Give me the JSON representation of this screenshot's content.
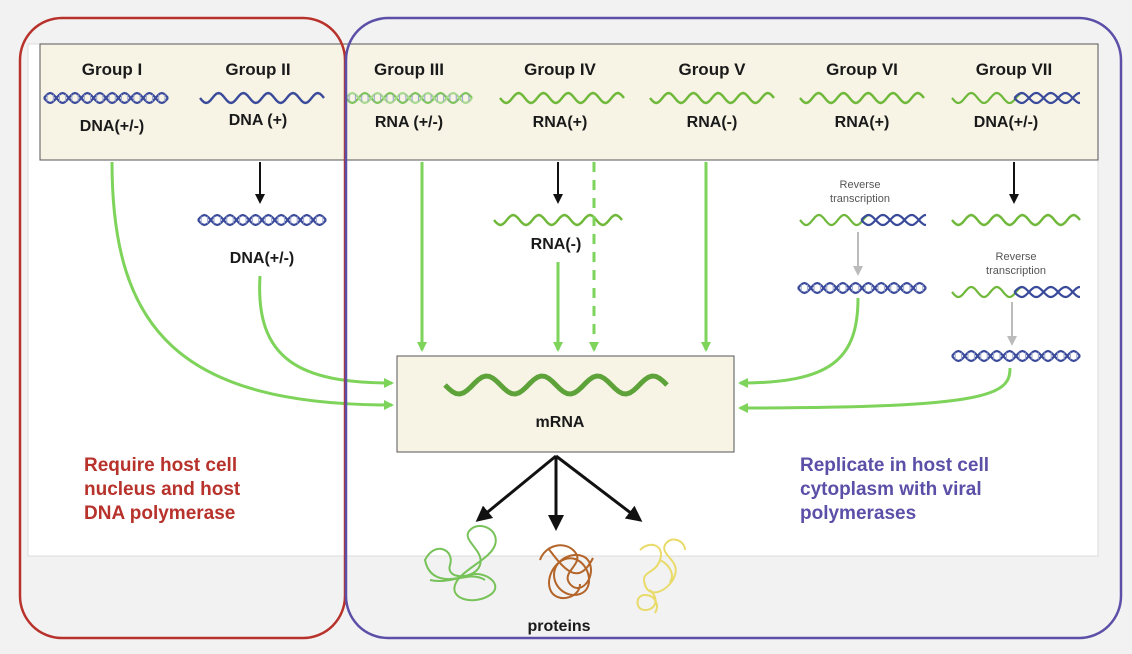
{
  "groups": [
    {
      "label": "Group I",
      "genome": "DNA(+/-)"
    },
    {
      "label": "Group II",
      "genome": "DNA (+)"
    },
    {
      "label": "Group III",
      "genome": "RNA (+/-)"
    },
    {
      "label": "Group IV",
      "genome": "RNA(+)"
    },
    {
      "label": "Group V",
      "genome": "RNA(-)"
    },
    {
      "label": "Group VI",
      "genome": "RNA(+)"
    },
    {
      "label": "Group VII",
      "genome": "DNA(+/-)"
    }
  ],
  "intermediates": {
    "group2_dna": "DNA(+/-)",
    "group4_rna": "RNA(-)",
    "group6_rt": "Reverse transcription",
    "group7_rt": "Reverse transcription"
  },
  "center": {
    "mrna_label": "mRNA",
    "proteins_label": "proteins"
  },
  "regions": {
    "host_nucleus": "Require host cell nucleus and host DNA polymerase",
    "host_cytoplasm": "Replicate in host cell cytoplasm with viral polymerases"
  },
  "colors": {
    "host_box": "#b8322c",
    "viral_box": "#5b4fa8",
    "arrow_green": "#7ed35a",
    "dna_blue": "#3a4a9a",
    "rna_green": "#6fb83a",
    "panel_fill": "#f7f4e6"
  }
}
